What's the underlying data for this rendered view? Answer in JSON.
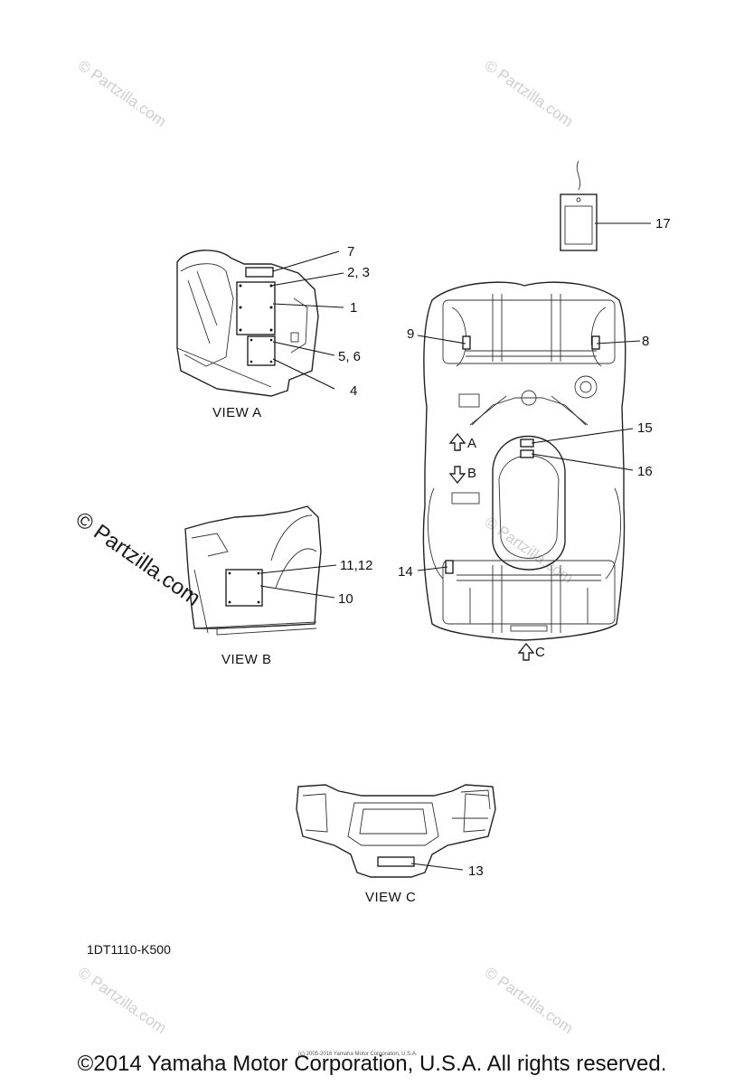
{
  "callouts": {
    "c1": "1",
    "c2_3": "2, 3",
    "c4": "4",
    "c5_6": "5, 6",
    "c7": "7",
    "c8": "8",
    "c9": "9",
    "c10": "10",
    "c11_12": "11,12",
    "c13": "13",
    "c14": "14",
    "c15": "15",
    "c16": "16",
    "c17": "17"
  },
  "views": {
    "a": "VIEW A",
    "b": "VIEW B",
    "c": "VIEW C"
  },
  "arrows": {
    "a": "A",
    "b": "B",
    "c": "C"
  },
  "diagram_code": "1DT1110-K500",
  "watermarks": {
    "text": "© Partzilla.com"
  },
  "tiny_credit": "(c) 2005-2016 Yamaha Motor Corporation, U.S.A.",
  "copyright": "©2014 Yamaha Motor Corporation, U.S.A. All rights reserved."
}
